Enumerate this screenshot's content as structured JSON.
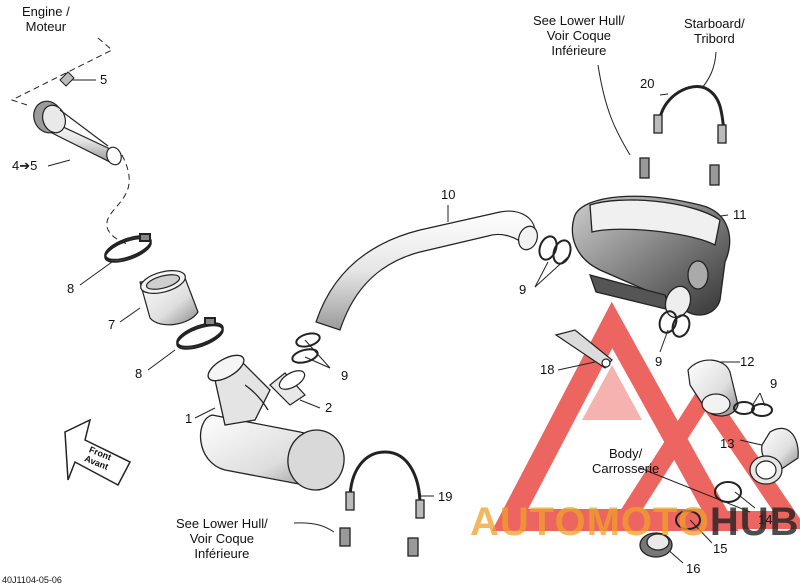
{
  "labels": {
    "engine": [
      "Engine /",
      "Moteur"
    ],
    "see_lower_hull_top": [
      "See Lower Hull/",
      "Voir Coque",
      "Inférieure"
    ],
    "starboard": [
      "Starboard/",
      "Tribord"
    ],
    "see_lower_hull_bottom": [
      "See Lower Hull/",
      "Voir Coque",
      "Inférieure"
    ],
    "body": [
      "Body/",
      "Carrosserie"
    ],
    "front": [
      "Front",
      "Avant"
    ]
  },
  "parts": {
    "p1": "1",
    "p2": "2",
    "p4_5": "4➔5",
    "p5": "5",
    "p7": "7",
    "p8a": "8",
    "p8b": "8",
    "p9a": "9",
    "p9b": "9",
    "p9c": "9",
    "p9d": "9",
    "p10": "10",
    "p11": "11",
    "p12": "12",
    "p13": "13",
    "p14": "14",
    "p15": "15",
    "p16": "16",
    "p18": "18",
    "p19": "19",
    "p20": "20"
  },
  "figure_code": "40J1104-05-06",
  "watermark": {
    "text_red": "AUTOMOTO",
    "text_dark": "HUB",
    "color_red": "#e8322c",
    "color_orange": "#f0a02a",
    "color_dark": "#222222"
  }
}
